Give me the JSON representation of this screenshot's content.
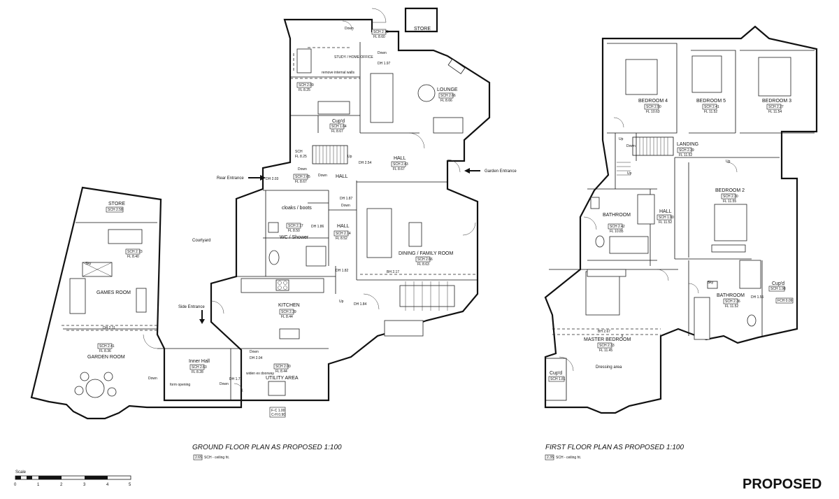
{
  "ground_floor": {
    "title": "GROUND FLOOR PLAN AS PROPOSED  1:100",
    "key_tag": "2.65",
    "key_text": "SCH - ceiling ht.",
    "rooms": [
      {
        "name": "STORE",
        "sch": "",
        "fl": ""
      },
      {
        "name": "STUDY / HOME OFFICE",
        "sch": "SCH 2.09",
        "fl": "FL 8.25"
      },
      {
        "name": "LOUNGE",
        "sch": "SCH 2.66",
        "fl": "FL 8.66"
      },
      {
        "name": "Cup'd",
        "sch": "SCH 1.64",
        "fl": "FL 8.67"
      },
      {
        "name": "HALL",
        "sch": "SCH 2.43",
        "fl": "FL 8.67"
      },
      {
        "name": "HALL",
        "sch": "SCH 2.65",
        "fl": "FL 8.67"
      },
      {
        "name": "cloaks / boots",
        "sch": "",
        "fl": ""
      },
      {
        "name": "WC / Shower",
        "sch": "SCH 2.17",
        "fl": "FL 8.50"
      },
      {
        "name": "HALL",
        "sch": "SCH 2.14",
        "fl": "FL 8.52"
      },
      {
        "name": "DINING / FAMILY ROOM",
        "sch": "SCH 2.66",
        "fl": "FL 8.63"
      },
      {
        "name": "KITCHEN",
        "sch": "SCH 2.39",
        "fl": "FL 8.44"
      },
      {
        "name": "Inner Hall",
        "sch": "SCH 2.63",
        "fl": "FL 8.28"
      },
      {
        "name": "UTILITY AREA",
        "sch": "SCH 2.00",
        "fl": "FL 8.44"
      },
      {
        "name": "STORE",
        "sch": "SCH 2.58",
        "fl": ""
      },
      {
        "name": "GAMES ROOM",
        "sch": "SCH 2.73",
        "fl": "FL 8.40"
      },
      {
        "name": "GARDEN ROOM",
        "sch": "SCH 2.41",
        "fl": "FL 8.36"
      }
    ],
    "labels": {
      "courtyard": "Courtyard",
      "rear_entrance": "Rear Entrance",
      "garden_entrance": "Garden Entrance",
      "side_entrance": "Side Entrance",
      "remove_walls": "remove internal walls",
      "form_opening": "form opening",
      "widen_doorway": "widen ex doorway",
      "store_top_sch": "SCH 2.76",
      "store_top_fl": "FL 8.60",
      "down": "Down",
      "up": "Up",
      "dh_197": "DH 1.97",
      "dh_254": "DH 2.54",
      "dh_203": "DH 2.03",
      "dh_187": "DH 1.87",
      "dh_186": "DH 1.86",
      "dh_182": "DH 1.82",
      "dh_184": "DH 1.84",
      "dh_204": "DH 2.04",
      "dh_172": "DH 1.72",
      "dh_211": "DH 2.11",
      "bh_217": "BH 2.17",
      "sky": "Sky",
      "fc": "F-C 1.00",
      "ch": "C-H 0.90",
      "ch_sch": "SCH",
      "ch_fl": "FL 8.25"
    }
  },
  "first_floor": {
    "title": "FIRST FLOOR PLAN AS PROPOSED  1:100",
    "key_tag": "2.35",
    "key_text": "SCH - ceiling ht.",
    "rooms": [
      {
        "name": "BEDROOM 4",
        "sch": "SCH 2.50",
        "fl": "FL 10.63"
      },
      {
        "name": "BEDROOM 5",
        "sch": "SCH 2.41",
        "fl": "FL 11.52"
      },
      {
        "name": "BEDROOM 3",
        "sch": "SCH 2.27",
        "fl": "FL 11.54"
      },
      {
        "name": "LANDING",
        "sch": "SCH 2.39",
        "fl": "FL 11.52"
      },
      {
        "name": "BEDROOM 2",
        "sch": "SCH 2.30",
        "fl": "FL 11.55"
      },
      {
        "name": "BATHROOM",
        "sch": "SCH 2.42",
        "fl": "FL 10.85"
      },
      {
        "name": "HALL",
        "sch": "SCH 1.90",
        "fl": "FL 11.52"
      },
      {
        "name": "BATHROOM",
        "sch": "SCH 2.36",
        "fl": "FL 11.52"
      },
      {
        "name": "Cup'd",
        "sch": "SCH 1.98",
        "fl": "FCH 0.09"
      },
      {
        "name": "MASTER BEDROOM",
        "sch": "SCH 2.33",
        "fl": "FL 11.45"
      },
      {
        "name": "Cup'd",
        "sch": "SCH 1.81",
        "fl": ""
      }
    ],
    "labels": {
      "dressing_area": "Dressing area",
      "down": "Down",
      "up": "Up",
      "sky": "Sky",
      "dh_155": "DH 1.55",
      "bh_267": "BH 2.67"
    }
  },
  "scale_bar": {
    "label": "Scale",
    "ticks": [
      "0",
      "1",
      "2",
      "3",
      "4",
      "5"
    ]
  },
  "stamp": "PROPOSED"
}
